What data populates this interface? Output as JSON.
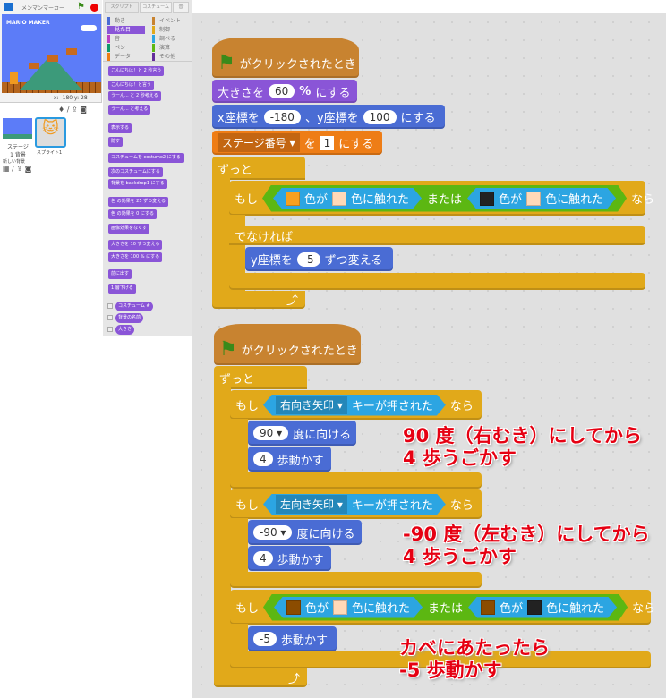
{
  "stage": {
    "coords": "x: -180  y: 28",
    "title": "メンマンマーカー"
  },
  "sprites": {
    "stage_label": "ステージ",
    "stage_sub": "1 背景",
    "sprite_name": "スプライト1",
    "new_backdrop": "新しい背景"
  },
  "palette": {
    "tabs": [
      "スクリプト",
      "コスチューム",
      "音"
    ],
    "categories": [
      {
        "label": "動き",
        "color": "#4a6cd4"
      },
      {
        "label": "見た目",
        "color": "#8a55d7"
      },
      {
        "label": "音",
        "color": "#bb42c3"
      },
      {
        "label": "ペン",
        "color": "#0e9a6c"
      },
      {
        "label": "データ",
        "color": "#ee7d16"
      },
      {
        "label": "イベント",
        "color": "#c88330"
      },
      {
        "label": "制御",
        "color": "#e1a91a"
      },
      {
        "label": "調べる",
        "color": "#2ca5e2"
      },
      {
        "label": "演算",
        "color": "#5cb712"
      },
      {
        "label": "その他",
        "color": "#632d99"
      }
    ],
    "blocks": [
      "こんにちは！と 2 秒言う",
      "こんにちは！と言う",
      "うーん... と 2 秒考える",
      "うーん... と考える",
      "表示する",
      "隠す",
      "コスチュームを costume2 にする",
      "次のコスチュームにする",
      "背景を backdrop1 にする",
      "色 の効果を 25 ずつ変える",
      "色 の効果を 0 にする",
      "画像効果をなくす",
      "大きさを 10 ずつ変える",
      "大きさを 100 % にする",
      "前に出す",
      "1 層下げる",
      "コスチューム #",
      "背景の名前",
      "大きさ"
    ]
  },
  "script1": {
    "hat": "がクリックされたとき",
    "size": {
      "pre": "大きさを",
      "val": "60",
      "unit": "%",
      "post": "にする"
    },
    "goto": {
      "x_label": "x座標を",
      "x": "-180",
      "sep": "、y座標を",
      "y": "100",
      "post": "にする"
    },
    "setvar": {
      "var": "ステージ番号",
      "mid": "を",
      "val": "1",
      "post": "にする"
    },
    "forever": "ずっと",
    "if": "もし",
    "then": "なら",
    "or": "または",
    "color_is": "色が",
    "touch": "色に触れた",
    "else": "でなければ",
    "colors": [
      "#f7a01e",
      "#ffd9b8",
      "#222222",
      "#ffd9b8"
    ],
    "change_y": {
      "pre": "y座標を",
      "val": "-5",
      "post": "ずつ変える"
    }
  },
  "script2": {
    "hat": "がクリックされたとき",
    "forever": "ずっと",
    "if": "もし",
    "then": "なら",
    "key1": "右向き矢印",
    "key2": "左向き矢印",
    "key_pressed": "キーが押された",
    "dir1": "90",
    "dir2": "-90",
    "point": "度に向ける",
    "steps": "4",
    "move": "歩動かす",
    "back_steps": "-5",
    "or": "または",
    "color_is": "色が",
    "touch": "色に触れた",
    "colors": [
      "#8b4c00",
      "#ffd9b8",
      "#8b4c00",
      "#222222"
    ]
  },
  "notes": {
    "n1a": "90 度（右むき）にしてから",
    "n1b": "4 歩うごかす",
    "n2a": "-90 度（左むき）にしてから",
    "n2b": "4 歩うごかす",
    "n3a": "カベにあたったら",
    "n3b": "-5 歩動かす"
  }
}
